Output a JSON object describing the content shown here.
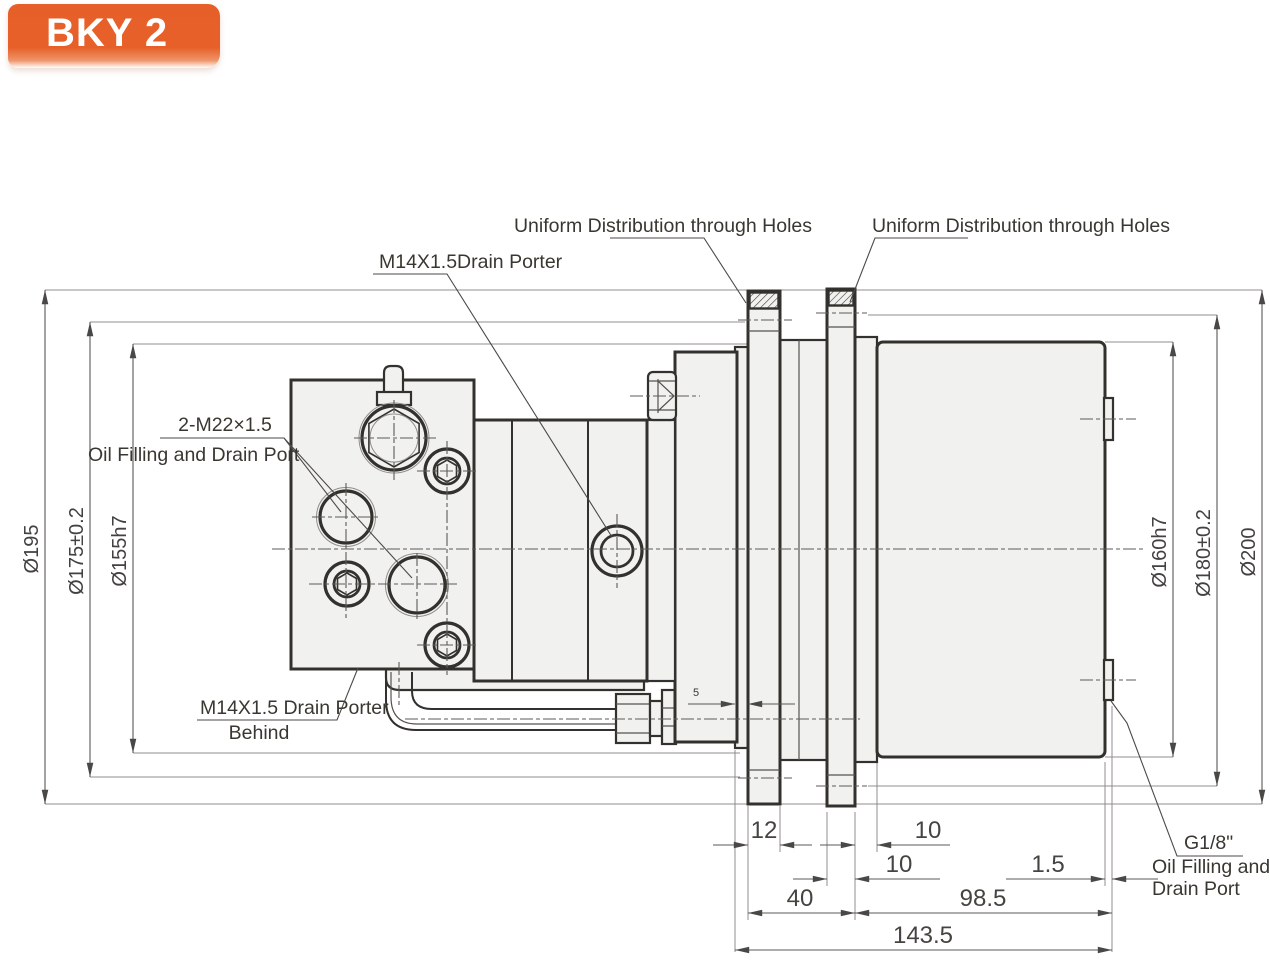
{
  "badge": {
    "label": "BKY 2",
    "color": "#e7602a"
  },
  "annotations": {
    "uniform_left": "Uniform Distribution through Holes",
    "uniform_right": "Uniform Distribution through Holes",
    "drain_porter_top": "M14X1.5Drain Porter",
    "thread_spec": "2-M22×1.5",
    "oil_fill_left": "Oil Filling and Drain Port",
    "drain_porter_behind": "M14X1.5 Drain Porter",
    "behind": "Behind",
    "g18": "G1/8\"",
    "oil_fill_right_1": "Oil Filling and",
    "oil_fill_right_2": "Drain Port"
  },
  "diameter_dims": {
    "left": [
      {
        "label": "Ø195"
      },
      {
        "label": "Ø175±0.2"
      },
      {
        "label": "Ø155h7"
      }
    ],
    "right": [
      {
        "label": "Ø160h7"
      },
      {
        "label": "Ø180±0.2"
      },
      {
        "label": "Ø200"
      }
    ]
  },
  "linear_dims": {
    "flange1_width": "12",
    "gap_to_body": "10",
    "flange2_width": "10",
    "port_protrusion": "1.5",
    "flange_span": "40",
    "body_length": "98.5",
    "overall_length": "143.5",
    "pilot_step": "5"
  },
  "colors": {
    "accent_orange": "#e7602a",
    "outline": "#33312d",
    "body_fill": "#f1f1ef",
    "dim_line": "#5a5855",
    "text": "#393731"
  }
}
